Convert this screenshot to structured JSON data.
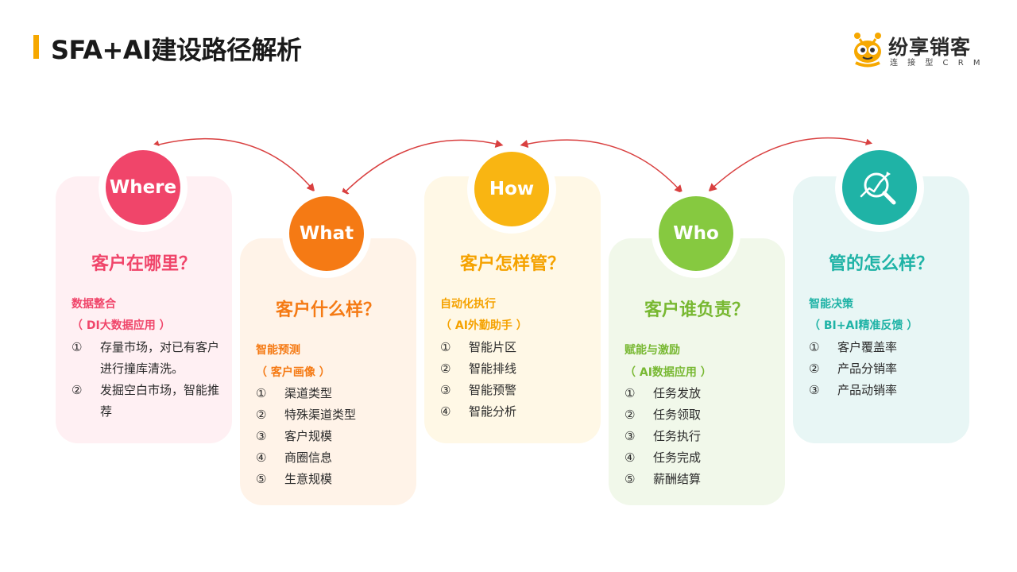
{
  "page": {
    "title": "SFA+AI建设路径解析"
  },
  "logo": {
    "name": "纷享销客",
    "subtitle": "连 接 型 C R M"
  },
  "colors": {
    "where": "#f0456a",
    "what": "#f57a14",
    "how": "#f9b512",
    "who": "#86c940",
    "manage": "#1fb3a6",
    "arrow": "#d94040",
    "title_bar": "#f6a800"
  },
  "cards": {
    "where": {
      "circle_label": "Where",
      "question": "客户在哪里？",
      "section": "数据整合",
      "sub": "（ DI大数据应用 ）",
      "items": [
        {
          "num": "①",
          "text": "存量市场，对已有客户进行撞库清洗。"
        },
        {
          "num": "②",
          "text": "发掘空白市场，智能推荐"
        }
      ]
    },
    "what": {
      "circle_label": "What",
      "question": "客户什么样？",
      "section": "智能预测",
      "sub": "（  客户画像 ）",
      "items": [
        {
          "num": "①",
          "text": "渠道类型"
        },
        {
          "num": "②",
          "text": "特殊渠道类型"
        },
        {
          "num": "③",
          "text": "客户规模"
        },
        {
          "num": "④",
          "text": "商圈信息"
        },
        {
          "num": "⑤",
          "text": "生意规模"
        }
      ]
    },
    "how": {
      "circle_label": "How",
      "question": "客户怎样管？",
      "section": "自动化执行",
      "sub": "（  AI外勤助手 ）",
      "items": [
        {
          "num": "①",
          "text": "智能片区"
        },
        {
          "num": "②",
          "text": "智能排线"
        },
        {
          "num": "③",
          "text": "智能预警"
        },
        {
          "num": "④",
          "text": "智能分析"
        }
      ]
    },
    "who": {
      "circle_label": "Who",
      "question": "客户谁负责？",
      "section": "赋能与激励",
      "sub": "（ AI数据应用 ）",
      "items": [
        {
          "num": "①",
          "text": "任务发放"
        },
        {
          "num": "②",
          "text": "任务领取"
        },
        {
          "num": "③",
          "text": "任务执行"
        },
        {
          "num": "④",
          "text": "任务完成"
        },
        {
          "num": "⑤",
          "text": "薪酬结算"
        }
      ]
    },
    "manage": {
      "icon": "magnifier-chart-icon",
      "question": "管的怎么样？",
      "section": "智能决策",
      "sub": "（ BI+AI精准反馈 ）",
      "items": [
        {
          "num": "①",
          "text": "客户覆盖率"
        },
        {
          "num": "②",
          "text": "产品分销率"
        },
        {
          "num": "③",
          "text": "产品动销率"
        }
      ]
    }
  }
}
